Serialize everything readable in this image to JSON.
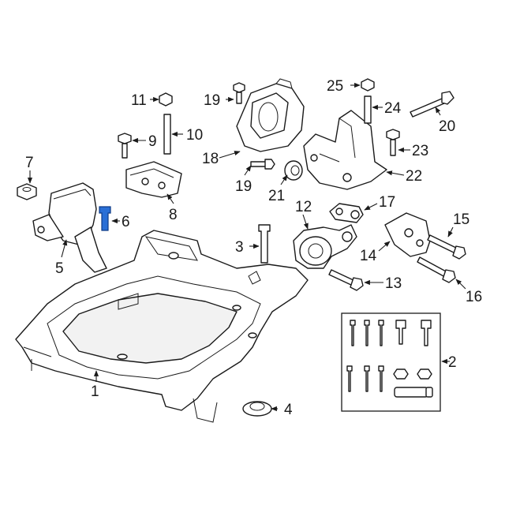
{
  "diagram": {
    "accent_color": "#2a6fd6",
    "callouts": {
      "c1": "1",
      "c2": "2",
      "c3": "3",
      "c4": "4",
      "c5": "5",
      "c6": "6",
      "c7": "7",
      "c8": "8",
      "c9": "9",
      "c10": "10",
      "c11": "11",
      "c12": "12",
      "c13": "13",
      "c14": "14",
      "c15": "15",
      "c16": "16",
      "c17": "17",
      "c18": "18",
      "c19a": "19",
      "c19b": "19",
      "c20": "20",
      "c21": "21",
      "c22": "22",
      "c23": "23",
      "c24": "24",
      "c25": "25"
    },
    "highlighted_part": "6"
  }
}
